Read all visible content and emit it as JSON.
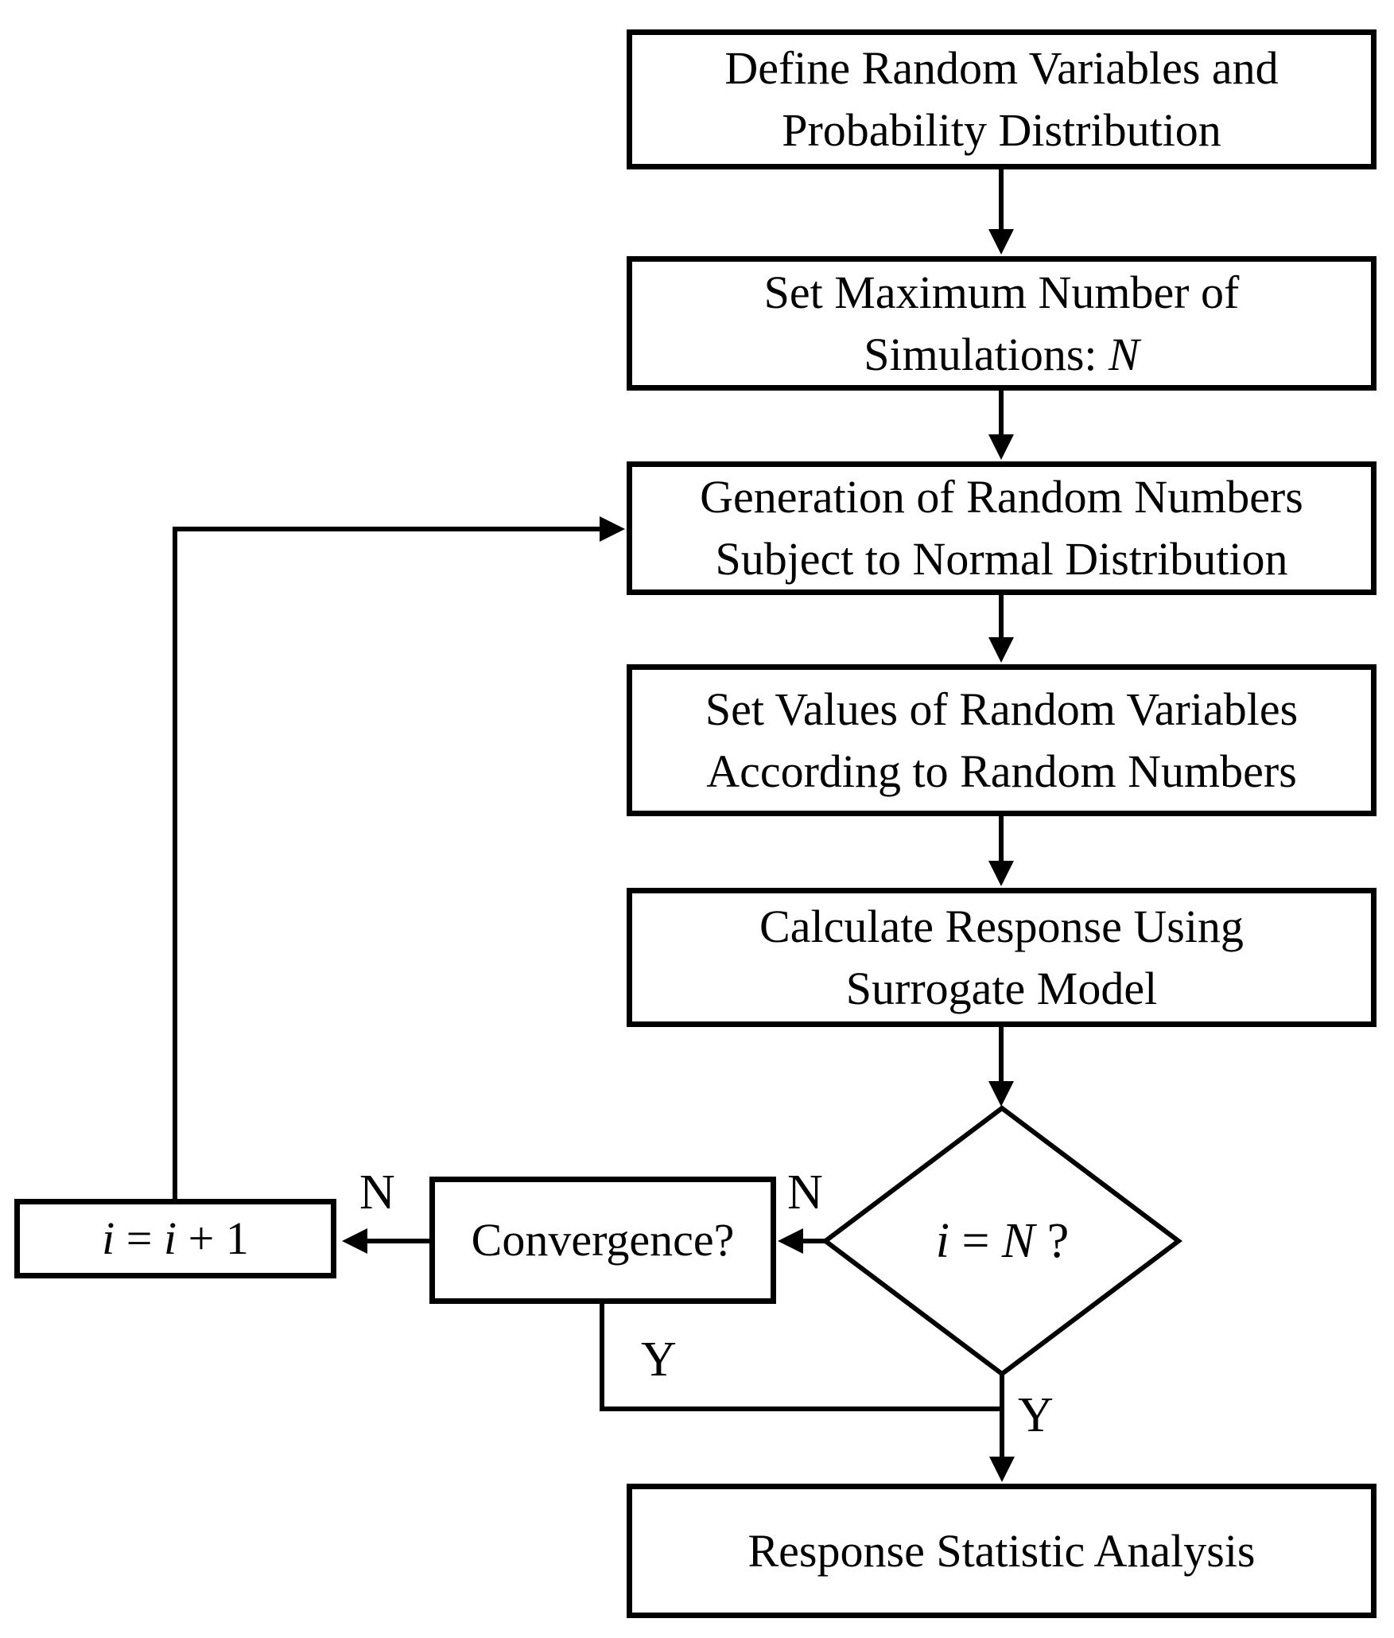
{
  "flowchart": {
    "boxes": {
      "define": {
        "line1": "Define Random Variables and",
        "line2": "Probability Distribution"
      },
      "set_max": {
        "line1": "Set Maximum Number of",
        "line2_prefix": "Simulations: ",
        "line2_var": "N"
      },
      "generation": {
        "line1": "Generation of Random Numbers",
        "line2": "Subject to Normal Distribution"
      },
      "set_values": {
        "line1": "Set Values of Random Variables",
        "line2": "According to Random Numbers"
      },
      "calculate": {
        "line1": "Calculate Response Using",
        "line2": "Surrogate Model"
      },
      "response": {
        "line1": "Response Statistic Analysis"
      }
    },
    "decision": {
      "var_i": "i",
      "equals": " = ",
      "var_n": "N",
      "question": " ?"
    },
    "convergence": {
      "label": "Convergence?"
    },
    "increment": {
      "var_i1": "i",
      "equals": " = ",
      "var_i2": "i",
      "plus_one": " + 1"
    },
    "branch_labels": {
      "diamond_no": "N",
      "convergence_no": "N",
      "convergence_yes": "Y",
      "diamond_yes": "Y"
    },
    "colors": {
      "line": "#000000",
      "background": "#ffffff",
      "box_fill": "#ffffff"
    }
  }
}
